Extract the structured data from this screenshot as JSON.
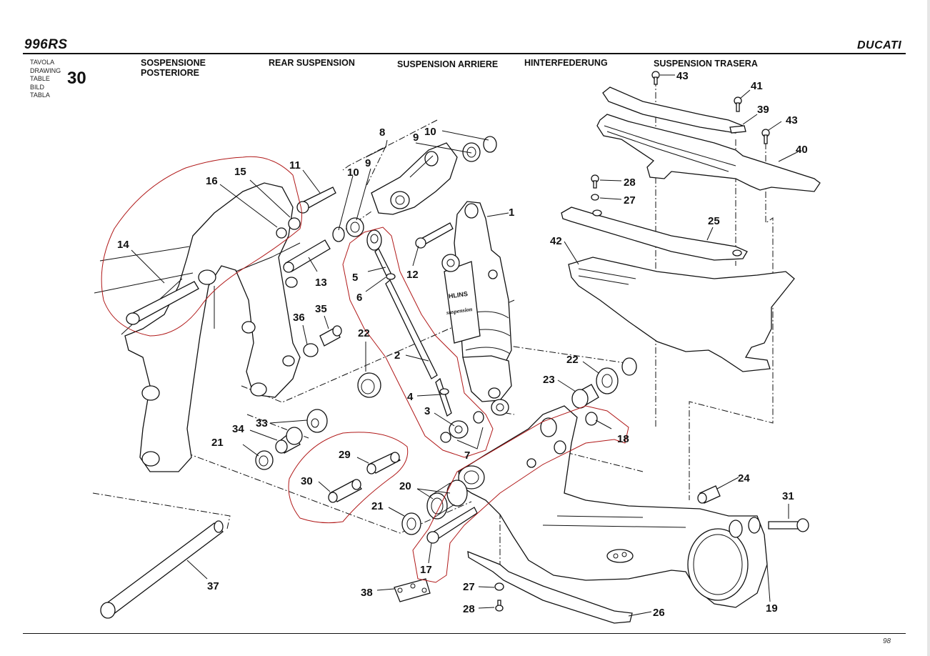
{
  "header": {
    "model": "996RS",
    "brand": "DUCATI",
    "table_labels": [
      "TAVOLA",
      "DRAWING",
      "TABLE",
      "BILD",
      "TABLA"
    ],
    "table_number": "30",
    "titles": [
      {
        "lang": "it",
        "lines": [
          "SOSPENSIONE",
          "POSTERIORE"
        ]
      },
      {
        "lang": "en",
        "lines": [
          "REAR SUSPENSION"
        ]
      },
      {
        "lang": "fr",
        "lines": [
          "SUSPENSION ARRIERE"
        ]
      },
      {
        "lang": "de",
        "lines": [
          "HINTERFEDERUNG"
        ]
      },
      {
        "lang": "es",
        "lines": [
          "SUSPENSION TRASERA"
        ]
      }
    ]
  },
  "footer": {
    "page_number": "98"
  },
  "diagram": {
    "shock_brand_text": "HLINS",
    "shock_sub_text": "suspension",
    "annotation_color": "#b01818",
    "callouts": [
      "1",
      "2",
      "3",
      "4",
      "5",
      "6",
      "7",
      "8",
      "9",
      "9",
      "10",
      "10",
      "11",
      "12",
      "13",
      "14",
      "15",
      "16",
      "17",
      "18",
      "19",
      "20",
      "21",
      "21",
      "22",
      "22",
      "23",
      "24",
      "25",
      "26",
      "27",
      "27",
      "28",
      "28",
      "29",
      "30",
      "31",
      "33",
      "34",
      "35",
      "36",
      "37",
      "38",
      "39",
      "40",
      "41",
      "42",
      "43",
      "43"
    ]
  }
}
